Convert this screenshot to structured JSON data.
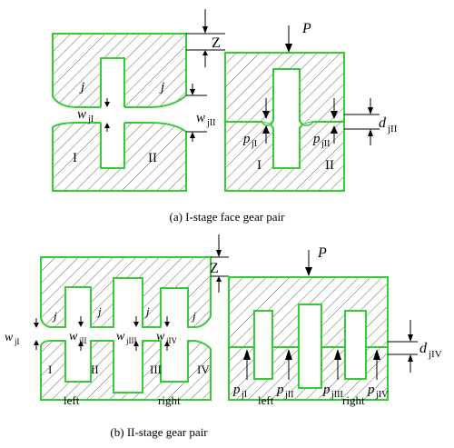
{
  "caption_a": "(a) I-stage face gear pair",
  "caption_b": "(b) II-stage gear pair",
  "stage1": {
    "Z": "Z",
    "P": "P",
    "j1": "j",
    "j2": "j",
    "w_sym": "w",
    "w_jI_sub": "jI",
    "w_jII_sub": "jII",
    "I": "I",
    "II": "II",
    "p_sym": "p",
    "pjI_sub": "jI",
    "pjII_sub": "jII",
    "d_sym": "d",
    "djII_sub": "jII"
  },
  "stage2": {
    "Z": "Z",
    "P": "P",
    "j": "j",
    "w_sym": "w",
    "wjI_sub": "jI",
    "wjII_sub": "jII",
    "wjIII_sub": "jIII",
    "wjIV_sub": "jIV",
    "I": "I",
    "II": "II",
    "III": "III",
    "IV": "IV",
    "left": "left",
    "right": "right",
    "p_sym": "p",
    "pjI_sub": "jI",
    "pjII_sub": "jII",
    "pjIII_sub": "jIII",
    "pjIV_sub": "jIV",
    "d_sym": "d",
    "djIV_sub": "jIV"
  },
  "colors": {
    "outline": "#33cc33",
    "hatch": "#555555",
    "text": "#000000"
  }
}
